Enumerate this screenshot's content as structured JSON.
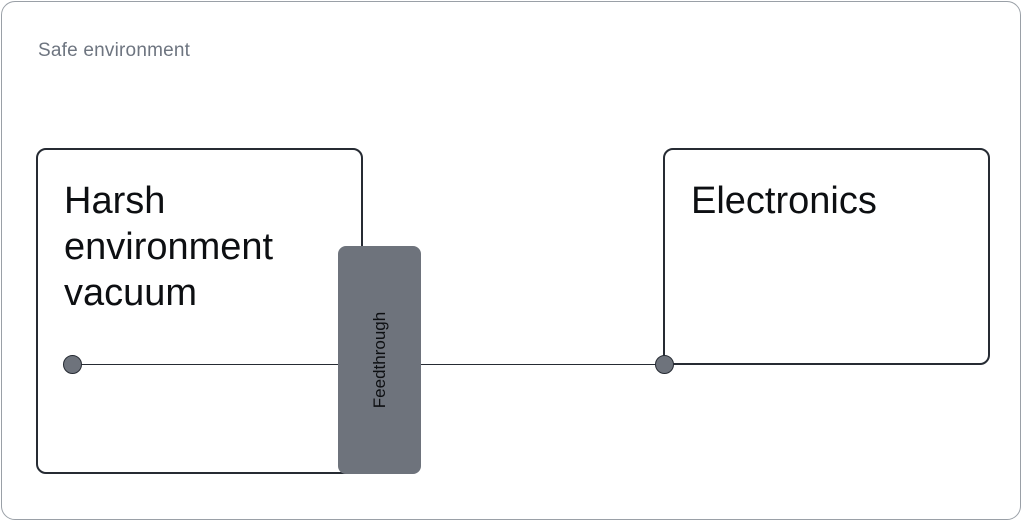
{
  "outer": {
    "label": "Safe environment"
  },
  "harsh_box": {
    "title_lines": [
      "Harsh",
      "environment",
      "vacuum"
    ]
  },
  "electronics_box": {
    "title": "Electronics"
  },
  "feedthrough": {
    "label": "Feedthrough"
  },
  "colors": {
    "frame_border": "#9aa0a7",
    "box_border": "#262b33",
    "feedthrough_fill": "#6e737c",
    "node_fill": "#6e737c",
    "text": "#0d0f12",
    "muted_text": "#6e7580"
  }
}
